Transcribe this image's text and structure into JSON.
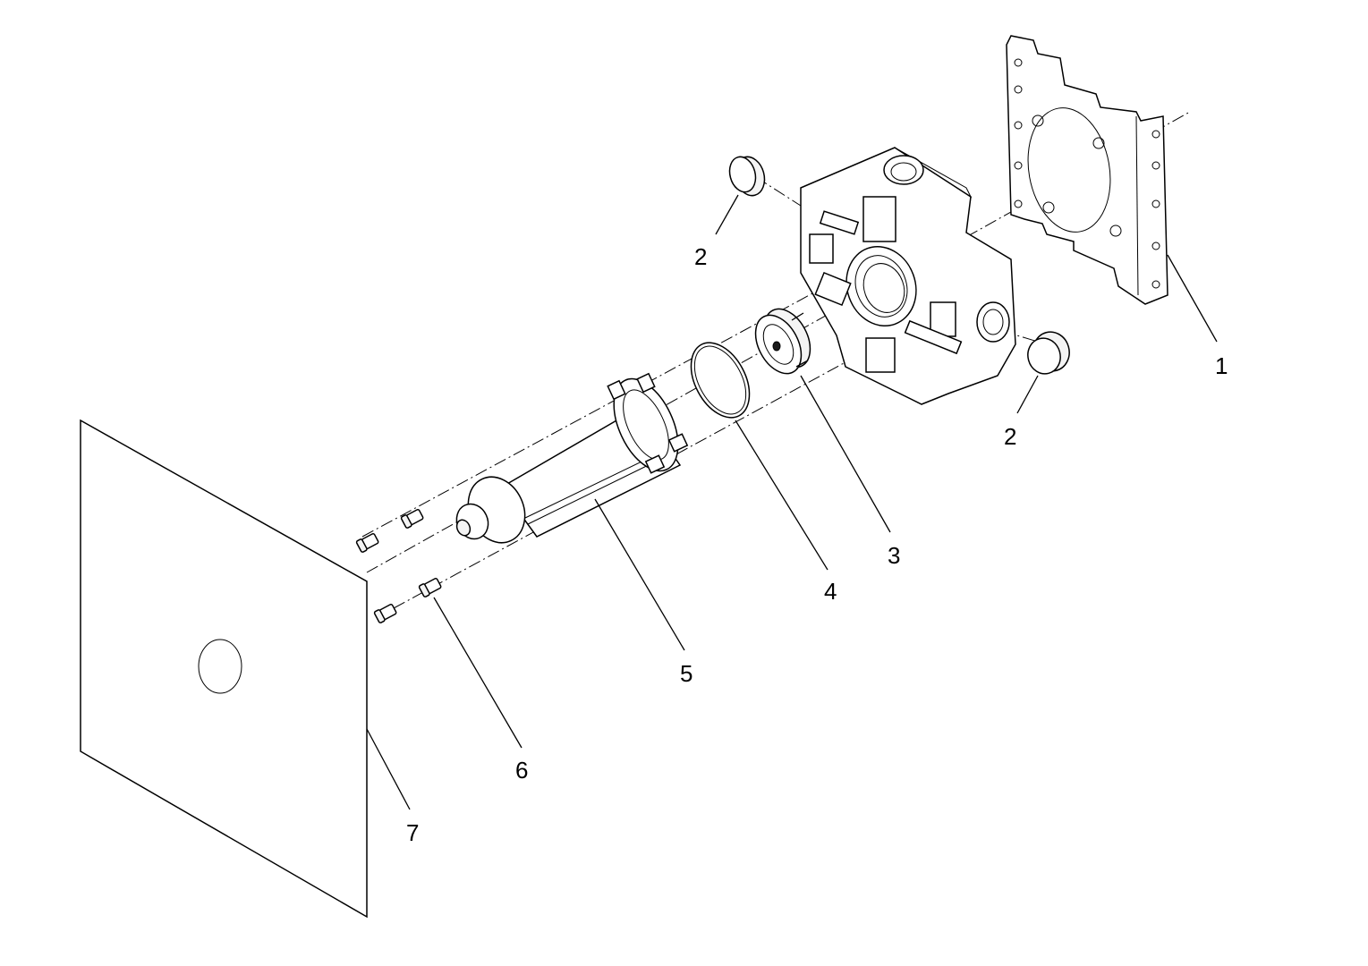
{
  "diagram": {
    "type": "exploded-parts-drawing",
    "callouts": [
      {
        "id": "callout-1",
        "label": "1"
      },
      {
        "id": "callout-2a",
        "label": "2"
      },
      {
        "id": "callout-2b",
        "label": "2"
      },
      {
        "id": "callout-3",
        "label": "3"
      },
      {
        "id": "callout-4",
        "label": "4"
      },
      {
        "id": "callout-5",
        "label": "5"
      },
      {
        "id": "callout-6",
        "label": "6"
      },
      {
        "id": "callout-7",
        "label": "7"
      }
    ]
  }
}
